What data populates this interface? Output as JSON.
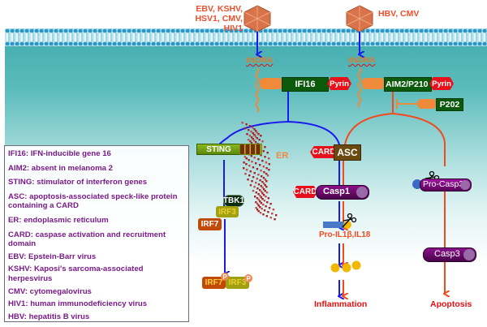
{
  "diagram": {
    "title": "DNA sensor IFI16 / AIM2 inflammasome signaling",
    "viruses": {
      "left": {
        "label_line1": "EBV, KSHV,",
        "label_line2": "HSV1, CMV, HIV1"
      },
      "right": {
        "label": "HBV, CMV"
      }
    },
    "nodes": {
      "dsdna_left": "dsDNA",
      "dsdna_right": "dsDNA",
      "ifi16": "IFI16",
      "pyrin_left": "Pyrin",
      "aim2": "AIM2/P210",
      "pyrin_right": "Pyrin",
      "p202": "P202",
      "sting": "STING",
      "er": "ER",
      "card_asc": "CARD",
      "asc": "ASC",
      "card_casp1": "CARD",
      "casp1": "Casp1",
      "tbk1": "TBK1",
      "irf3": "IRF3",
      "irf7": "IRF7",
      "irf7_p": "IRF7",
      "irf3_p": "IRF3",
      "phospho": "P",
      "pro_il": "Pro-IL1β,IL18",
      "pro_casp3": "Pro-Casp3",
      "casp3": "Casp3",
      "inflammation": "Inflammation",
      "apoptosis": "Apoptosis"
    },
    "colors": {
      "activation_blue": "#1a1aee",
      "activation_red": "#f24a1e",
      "virus": "#d9744a",
      "dna_orange": "#ee8a3a",
      "green_box": "#0b5a0b",
      "pyrin_red": "#e8101a",
      "sting_green": "#6a9a10",
      "asc_brown": "#6b4a10",
      "casp_purple": "#6a0a6a",
      "legend_text": "#7a1a8a"
    }
  },
  "legend": {
    "items": [
      "IFI16: IFN-inducible gene 16",
      "AIM2: absent in melanoma 2",
      "STING: stimulator of interferon genes",
      "ASC: apoptosis-associated speck-like protein containing a CARD",
      "ER: endoplasmic reticulum",
      "CARD: caspase activation and recruitment domain",
      "EBV: Epstein-Barr virus",
      "KSHV: Kaposi's sarcoma-associated herpesvirus",
      "CMV: cytomegalovirus",
      "HIV1: human immunodeficiency virus",
      "HBV: hepatitis B virus"
    ]
  }
}
